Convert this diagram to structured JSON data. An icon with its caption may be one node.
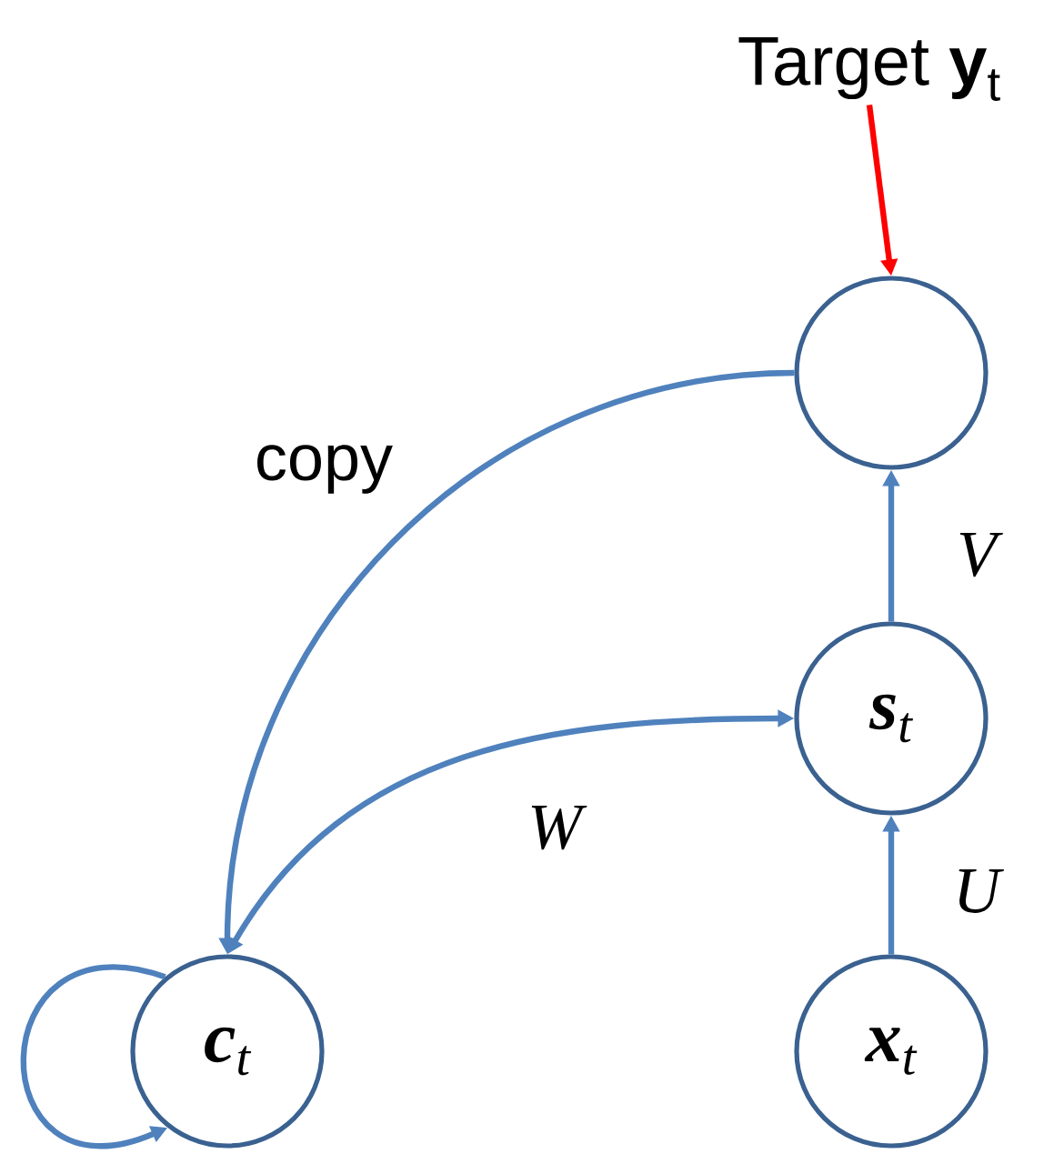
{
  "diagram": {
    "nodes": [
      {
        "text": [
          "Target **y**$_{t}$"
        ]
      },
      {
        "text": [],
        "shape": "circle"
      },
      {
        "text": [
          "**s**$_{t}$"
        ]
      },
      {
        "text": [
          "**c**$_{t}$"
        ]
      },
      {
        "text": [
          "**x**$_{t}$"
        ]
      }
    ],
    "edges": [
      {
        "from": 0,
        "to": 1,
        "arrow": "to",
        "color": "#ff0000"
      },
      {
        "from": 1,
        "to": 3,
        "arrow": "to",
        "label": "copy"
      },
      {
        "from": 3,
        "to": 2,
        "arrow": "both",
        "label": "W"
      },
      {
        "from": 2,
        "to": 1,
        "arrow": "to",
        "label": "V"
      },
      {
        "from": 4,
        "to": 2,
        "arrow": "to",
        "label": "U"
      },
      {
        "from": 3,
        "to": 3,
        "arrow": "to"
      }
    ]
  }
}
